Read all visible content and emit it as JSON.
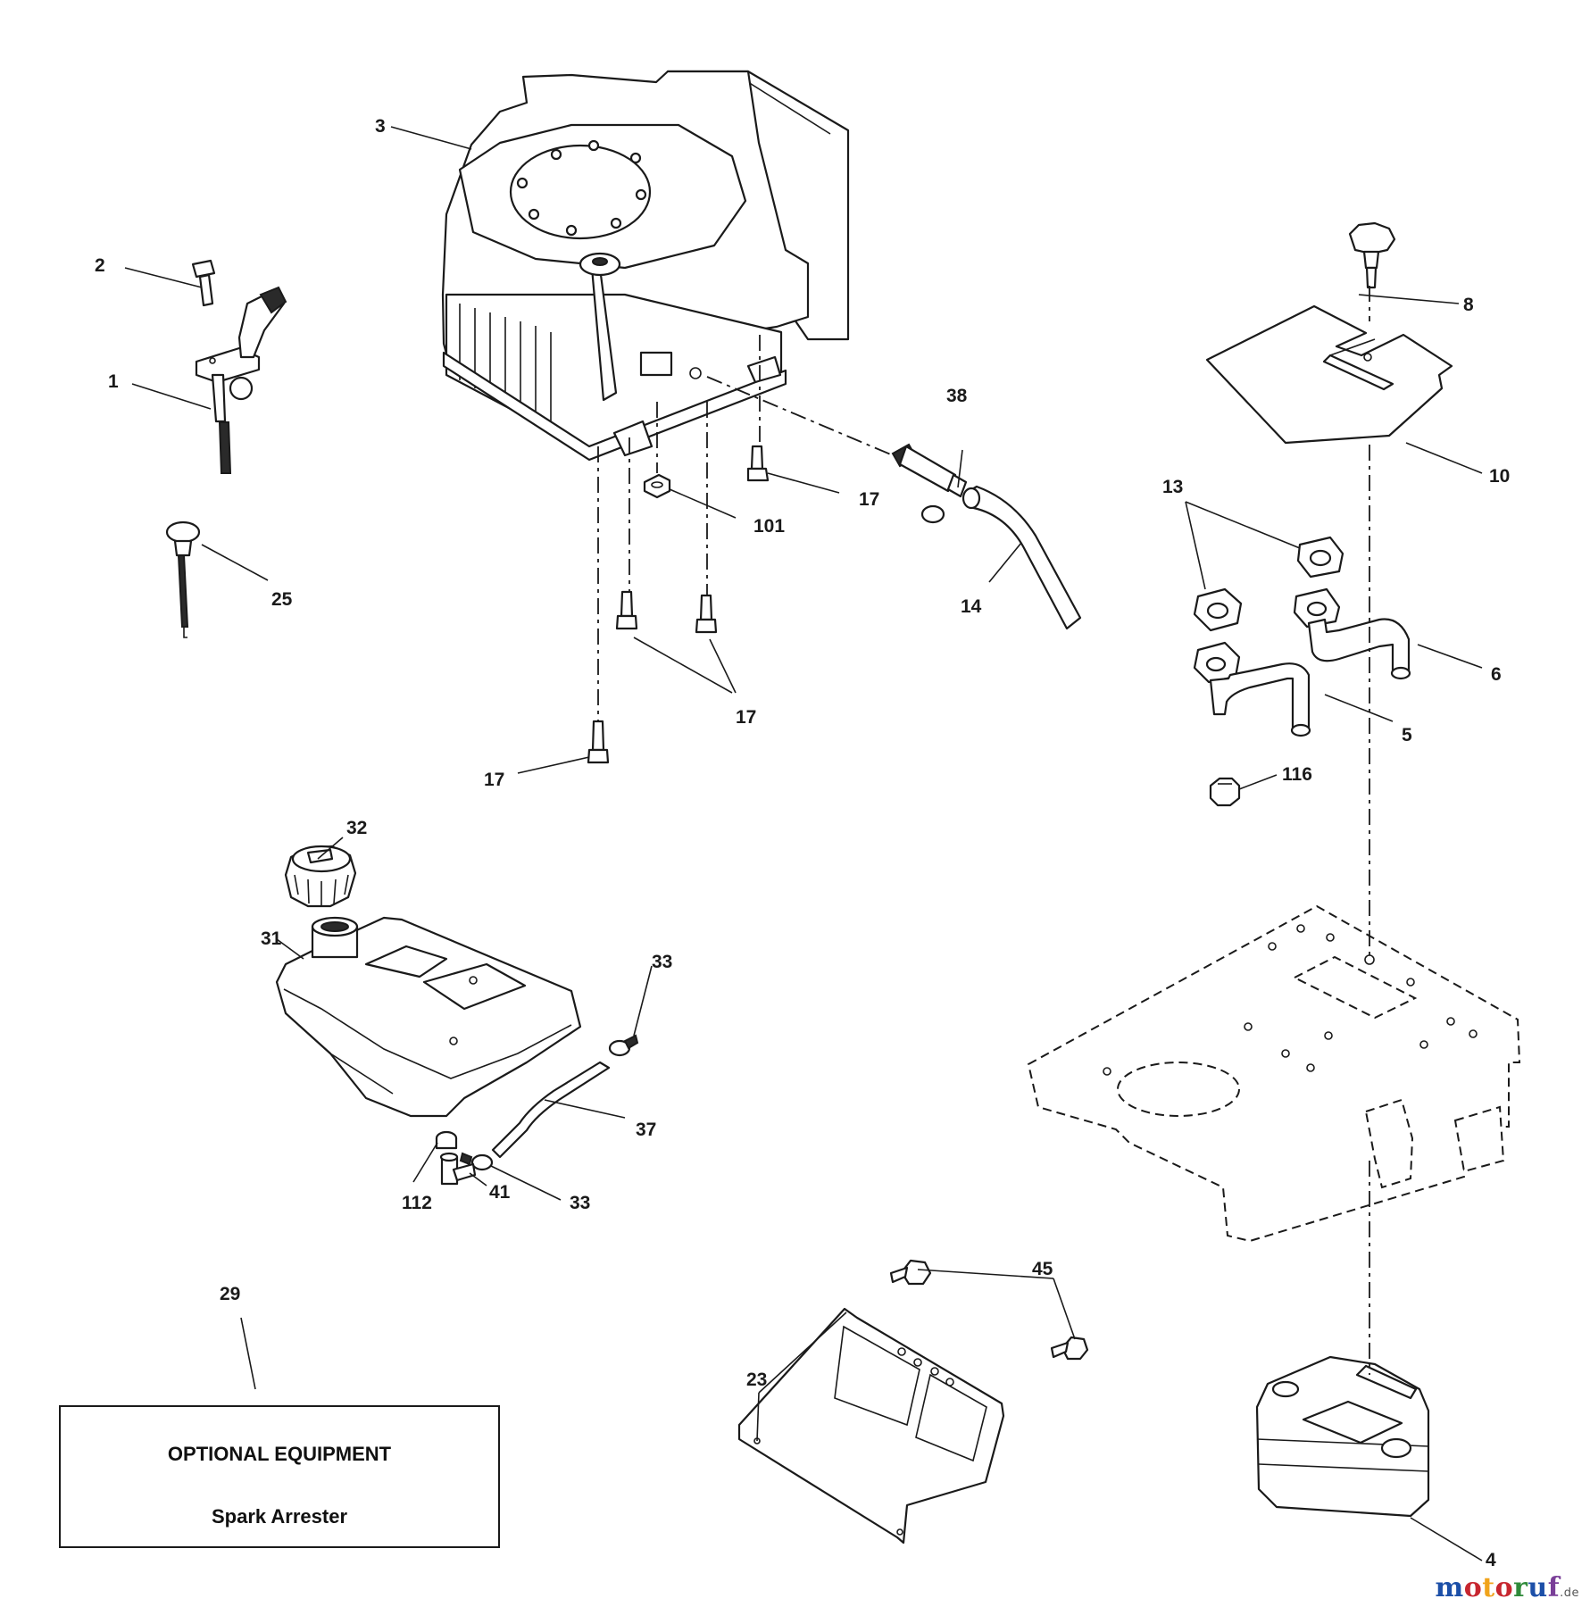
{
  "callouts": {
    "c1": "1",
    "c2": "2",
    "c3": "3",
    "c4": "4",
    "c5": "5",
    "c6": "6",
    "c8": "8",
    "c10": "10",
    "c13": "13",
    "c14": "14",
    "c17a": "17",
    "c17b": "17",
    "c17c": "17",
    "c23": "23",
    "c25": "25",
    "c29": "29",
    "c31": "31",
    "c32": "32",
    "c33a": "33",
    "c33b": "33",
    "c37": "37",
    "c38": "38",
    "c41": "41",
    "c45": "45",
    "c101": "101",
    "c112": "112",
    "c116": "116"
  },
  "optional_box": {
    "title": "OPTIONAL EQUIPMENT",
    "item": "Spark Arrester"
  },
  "watermark": {
    "m": "m",
    "o": "o",
    "t": "t",
    "o2": "o",
    "r": "r",
    "u": "u",
    "f": "f",
    "tld": ".de"
  }
}
